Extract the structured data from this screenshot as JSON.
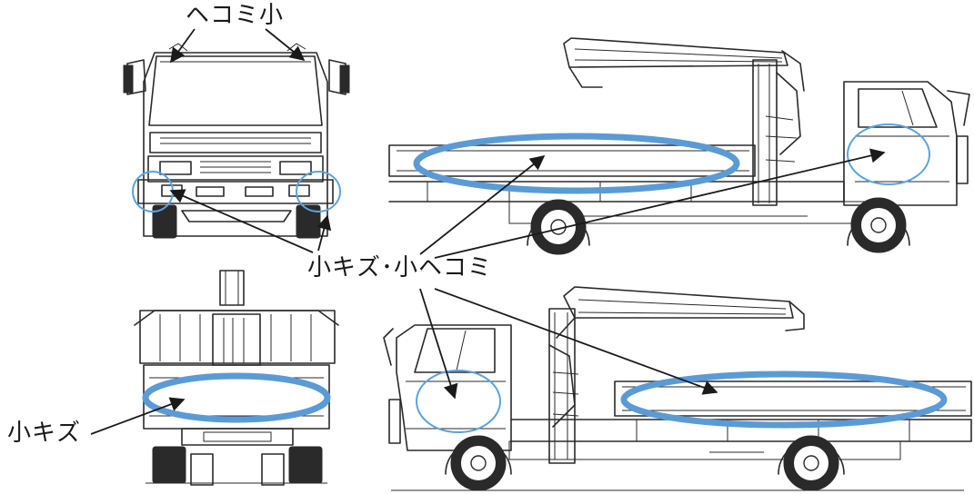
{
  "labels": {
    "top_label": "ヘコミ小",
    "middle_label": "小キズ･小ヘコミ",
    "left_label": "小キズ"
  },
  "colors": {
    "highlight": "#5b9bd5",
    "line_art": "#2a2a2a",
    "arrow": "#1a1a1a"
  }
}
